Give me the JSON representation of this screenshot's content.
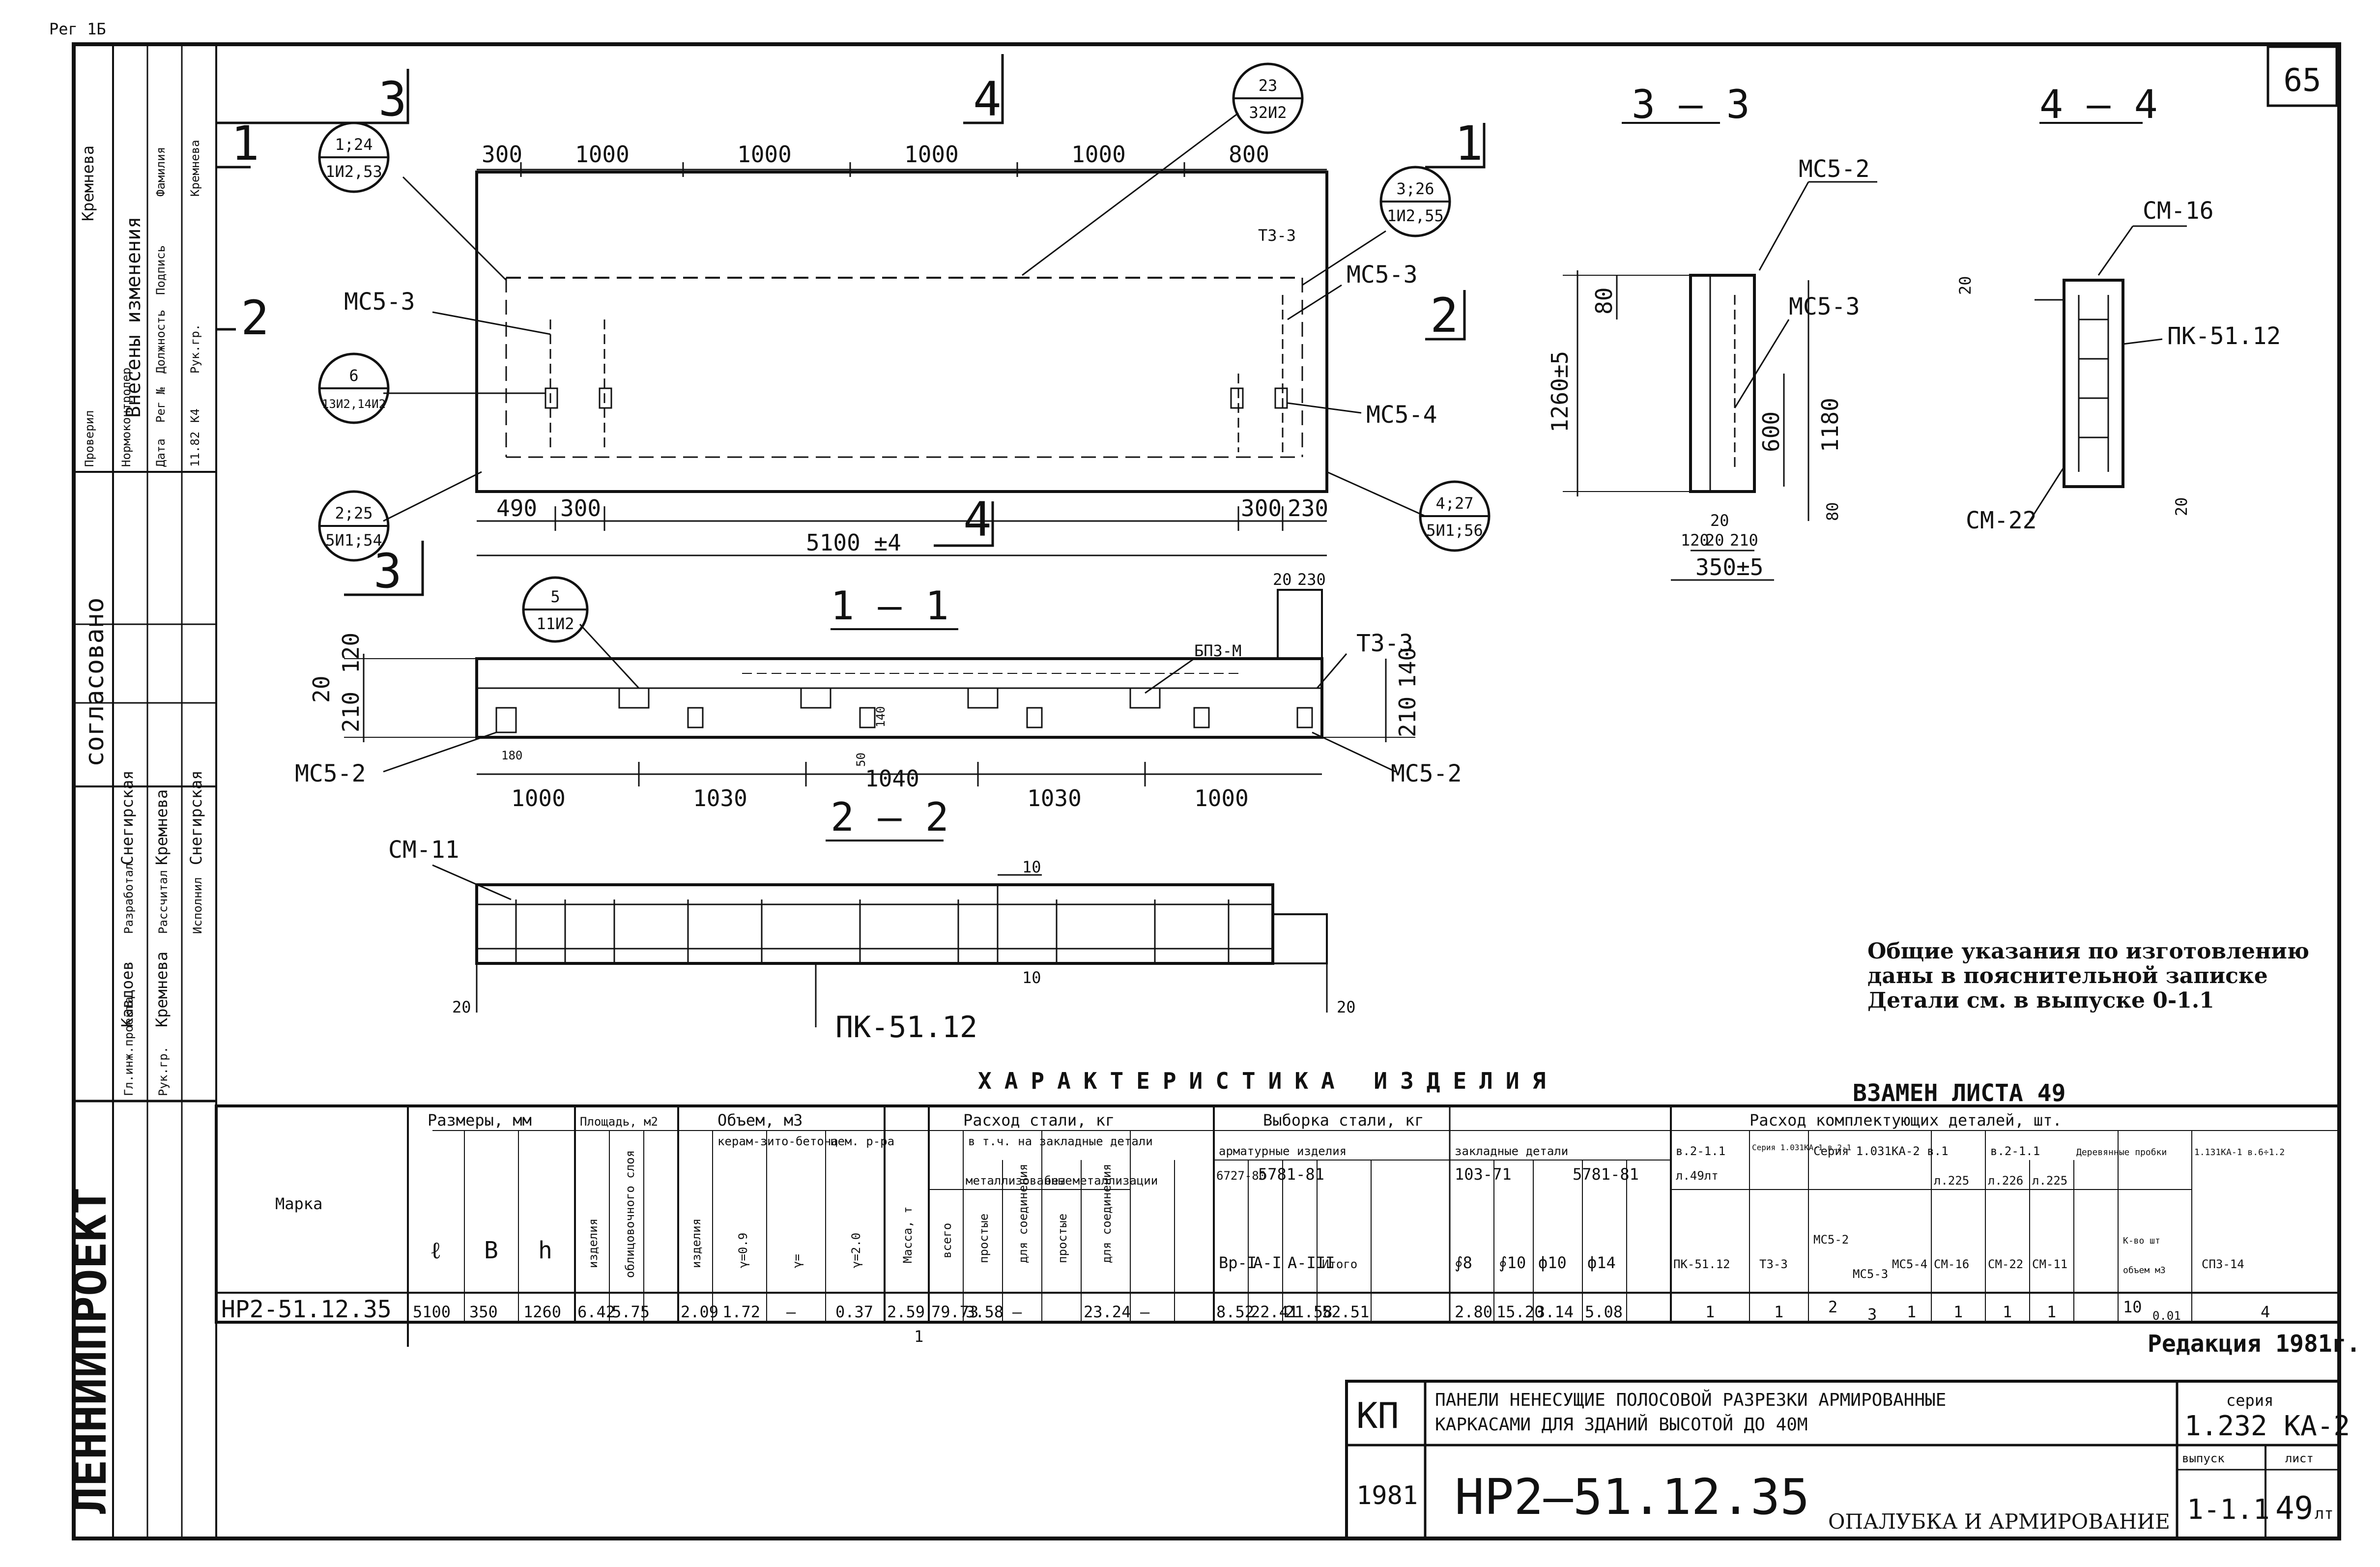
{
  "sheet": {
    "page_number": "65",
    "corner_note": "Рег 1Б",
    "title_block": {
      "kp": "КП",
      "year": "1981",
      "mark": "НР2—51.12.35",
      "title_line1": "ПАНЕЛИ НЕНЕСУЩИЕ ПОЛОСОВОЙ РАЗРЕЗКИ АРМИРОВАННЫЕ",
      "title_line2": "КАРКАСАМИ ДЛЯ ЗДАНИЙ ВЫСОТОЙ ДО 40М",
      "subtitle": "ОПАЛУБКА И АРМИРОВАНИЕ",
      "series_label": "серия",
      "series": "1.232 КА-2",
      "issue_label": "выпуск",
      "issue": "1-1.1",
      "sheet_label": "лист",
      "sheet": "49",
      "sheet_suffix": "лт"
    },
    "replaces": "ВЗАМЕН ЛИСТА 49",
    "edition": "Редакция 1981г.",
    "org": "ЛЕННИИПРОЕКТ",
    "agreed": "согласовано",
    "side_roles": [
      "Гл.инж.проекта",
      "Рук.гр.",
      "Разработал",
      "Рассчитал",
      "Исполнил"
    ],
    "side_names": [
      "Кавдоев",
      "Кремнева",
      "Снегирская",
      "Кремнева",
      "Снегирская"
    ],
    "side_roles_top": [
      "Проверил",
      "Нормоконтролер"
    ],
    "side_names_top": [
      "Кремнева",
      ""
    ],
    "changes_header": "Внесены изменения",
    "changes_cols": [
      "Дата",
      "Рег №",
      "Должность",
      "Подпись",
      "Фамилия"
    ],
    "changes_row": [
      "11.82",
      "К4",
      "Рук.гр.",
      "",
      "Кремнева"
    ]
  },
  "notes": [
    "Общие указания по изготовлению",
    "даны в пояснительной записке",
    "Детали см. в выпуске 0-1.1"
  ],
  "views": {
    "plan": {
      "section_marks": [
        "3",
        "4",
        "1",
        "2",
        "2",
        "1",
        "3",
        "4"
      ],
      "top_dims": [
        "300",
        "1000",
        "1000",
        "1000",
        "1000",
        "800"
      ],
      "bottom_dims": [
        "490",
        "300",
        "300",
        "230"
      ],
      "overall": "5100 ±4",
      "labels": [
        "МС5-3",
        "МС5-3",
        "ТЗ-3",
        "МС5-4"
      ],
      "callouts": [
        {
          "top": "1;24",
          "bottom": "1И2,53"
        },
        {
          "top": "23",
          "bottom": "32И2"
        },
        {
          "top": "3;26",
          "bottom": "1И2,55"
        },
        {
          "top": "6",
          "bottom": "13И2,14И2"
        },
        {
          "top": "2;25",
          "bottom": "5И1;54"
        },
        {
          "top": "4;27",
          "bottom": "5И1;56"
        }
      ]
    },
    "section_1_1": {
      "title": "1 — 1",
      "dims_bottom": [
        "1000",
        "1030",
        "1040",
        "1030",
        "1000"
      ],
      "left_dims": [
        "20",
        "120",
        "210"
      ],
      "right_dims": [
        "140",
        "210"
      ],
      "top_right": [
        "20",
        "230"
      ],
      "labels": [
        "МС5-2",
        "МС5-2",
        "БП3-М",
        "ТЗ-3"
      ],
      "mid_dims": [
        "140",
        "50",
        "180"
      ],
      "callout": {
        "top": "5",
        "bottom": "11И2"
      }
    },
    "section_2_2": {
      "title": "2 — 2",
      "labels": [
        "СМ-11",
        "ПК-51.12"
      ],
      "dims": [
        "10",
        "10",
        "20",
        "20"
      ]
    },
    "section_3_3": {
      "title": "3 — 3",
      "labels": [
        "МС5-2",
        "МС5-3"
      ],
      "dims": [
        "80",
        "1260±5",
        "600",
        "1180",
        "80",
        "20",
        "120",
        "20",
        "210",
        "350±5"
      ]
    },
    "section_4_4": {
      "title": "4 — 4",
      "labels": [
        "СМ-16",
        "ПК-51.12",
        "СМ-22"
      ],
      "dims": [
        "20",
        "20"
      ]
    }
  },
  "table": {
    "title": "ХАРАКТЕРИСТИКА ИЗДЕЛИЯ",
    "mark_header": "Марка",
    "groups": [
      {
        "label": "Размеры, мм"
      },
      {
        "label": "Площадь, м2"
      },
      {
        "label": "Объем, м3"
      },
      {
        "label": "Масса, т"
      },
      {
        "label": "Расход стали, кг"
      },
      {
        "label": "Выборка стали, кг"
      },
      {
        "label": "Расход комплектующих деталей, шт."
      }
    ],
    "sub_headers": {
      "dims": [
        "ℓ",
        "В",
        "h"
      ],
      "area": [
        "изделия",
        "облицовочного слоя"
      ],
      "volume": [
        "изделия",
        "керам-зито-бетона",
        "γ=0.9",
        "γ=",
        "цем. р-ра",
        "γ=2.0"
      ],
      "steel": [
        "всего",
        "в т.ч. на закладные детали",
        "металлизованные",
        "без металлизации",
        "простые",
        "для соединения",
        "простые",
        "для соединения"
      ],
      "sample_arm": [
        "армaтурные изделия",
        "6727-80",
        "5781-81",
        "Вр-I",
        "А-I",
        "А-III",
        "Итого"
      ],
      "sample_emb": [
        "закладные детали",
        "103-71",
        "5781-81",
        "∮8",
        "∮10",
        "ф10",
        "ф14"
      ],
      "parts": [
        "в.2-1.1",
        "л.49лт",
        "ПК-51.12",
        "Серия 1.031КА-1 в.2-1",
        "ТЗ-3",
        "Серия 1.031КА-2 в.1",
        "МС5-2",
        "МС5-3",
        "МС5-4",
        "в.2-1.1",
        "л.225",
        "л.226",
        "л.225",
        "СМ-16",
        "СМ-22",
        "СМ-11",
        "Деревянные пробки",
        "К-во шт",
        "объем м3",
        "1.131КА-1 в.6÷1.2",
        "СП3-14"
      ]
    },
    "row": {
      "mark": "НР2-51.12.35",
      "l": "5100",
      "b": "350",
      "h": "1260",
      "area_item": "6.42",
      "area_face": "5.75",
      "vol_item": "2.09",
      "vol_keram": "1.72",
      "vol_dash": "—",
      "vol_cem": "0.37",
      "mass": "2.59",
      "steel_total": "79.73",
      "steel_simple": "3.58",
      "steel_conn1": "—",
      "steel_simple2": "23.24",
      "steel_conn2": "—",
      "vr1": "8.52",
      "a1": "22.41",
      "a3": "21.58",
      "itogo": "52.51",
      "d8": "2.80",
      "d10": "15.20",
      "f10": "3.14",
      "f14": "5.08",
      "pk": "1",
      "tz": "1",
      "ms52": "2",
      "ms53": "3",
      "ms54": "1",
      "sm16": "1",
      "sm22": "1",
      "sm11": "1",
      "plug_qty": "10",
      "plug_vol": "0.01",
      "sp": "4",
      "row2_mark": "1"
    }
  }
}
